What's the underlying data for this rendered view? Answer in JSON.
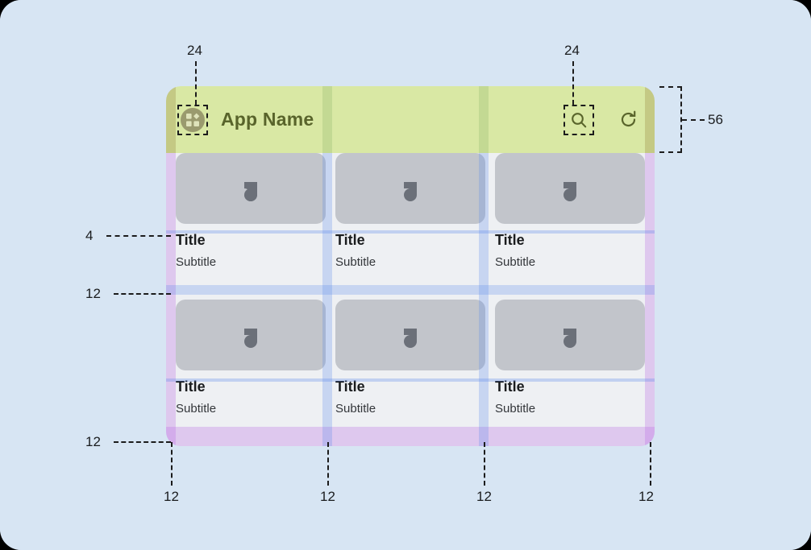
{
  "canvas": {
    "background": "#d7e5f3"
  },
  "app": {
    "bar": {
      "title": "App Name",
      "height_label": "56",
      "background": "#d9e8a4",
      "foreground": "#59642b",
      "menu_icon": "app-grid-icon",
      "actions": [
        {
          "icon": "search-icon",
          "name": "search"
        },
        {
          "icon": "refresh-icon",
          "name": "refresh"
        }
      ]
    },
    "grid": {
      "columns": 3,
      "rows": 2,
      "cards": [
        {
          "title": "Title",
          "subtitle": "Subtitle"
        },
        {
          "title": "Title",
          "subtitle": "Subtitle"
        },
        {
          "title": "Title",
          "subtitle": "Subtitle"
        },
        {
          "title": "Title",
          "subtitle": "Subtitle"
        },
        {
          "title": "Title",
          "subtitle": "Subtitle"
        },
        {
          "title": "Title",
          "subtitle": "Subtitle"
        }
      ],
      "media_placeholder_icon": "image-placeholder-icon"
    }
  },
  "annotations": {
    "menu_inset": "24",
    "search_inset": "24",
    "bar_height": "56",
    "title_gap": "4",
    "row_gap": "12",
    "bottom_padding": "12",
    "column_gaps": [
      "12",
      "12",
      "12",
      "12"
    ]
  },
  "colors": {
    "background": "#d7e5f3",
    "app_bar": "#d9e8a4",
    "app_bar_text": "#59642b",
    "card_surface": "#eef0f3",
    "card_media": "#c2c5cb",
    "padding_overlay": "#b96ee6",
    "gap_overlay": "#5a87eb",
    "annotation_text": "#1a1c1e"
  }
}
